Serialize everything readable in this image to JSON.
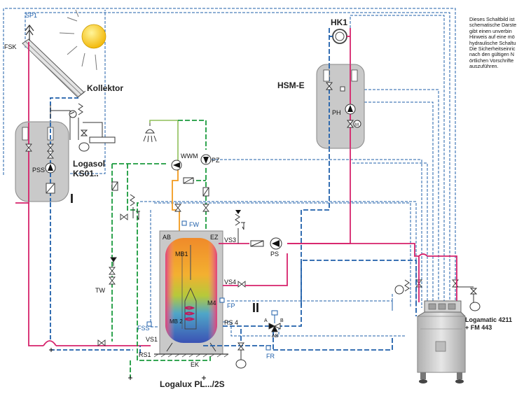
{
  "diagram": {
    "labels": {
      "sp1": "SP1",
      "fsk": "FSK",
      "kollektor": "Kollektor",
      "logasol_line1": "Logasol",
      "logasol_line2": "KS01..",
      "pss": "PSS",
      "roman_one": "I",
      "roman_two": "II",
      "hk1": "HK1",
      "hsm_e": "HSM-E",
      "ph": "PH",
      "wwm": "WWM",
      "pz": "PZ",
      "fw": "FW",
      "ab": "AB",
      "ez": "EZ",
      "mb1": "MB1",
      "mb2": "MB 2",
      "m4": "M4",
      "vs3": "VS3",
      "ps": "PS",
      "vs4": "VS4",
      "fp": "FP",
      "fss": "FSS",
      "vs1": "VS1",
      "rs4": "RS 4",
      "rs1": "RS1",
      "ek": "EK",
      "tw": "TW",
      "fr": "FR",
      "valve_a": "A",
      "valve_b": "B",
      "valve_ab": "AB",
      "logalux": "Logalux PL.../2S",
      "logamatic_line1": "Logamatic 4211",
      "logamatic_line2": "+ FM 443"
    },
    "note_lines": [
      "Dieses Schaltbild ist",
      "schematische Darste",
      "gibt einen unverbin",
      "Hinweis auf eine mö",
      "hydraulische Schaltu",
      "Die Sicherheitseinric",
      "nach den gültigen N",
      "örtlichen Vorschrifte",
      "auszuführen."
    ],
    "colors": {
      "solar_pipe": "#d6226b",
      "heating_pipe": "#d6226b",
      "return_pipe": "#1f5faa",
      "signal_line": "#1f5faa",
      "drinking_water": "#1a9a3c",
      "hot_water": "#f29a1e",
      "cold_water": "#8fbf5a",
      "device_grey": "#c9c9c9",
      "sun": "#f6c800"
    }
  }
}
